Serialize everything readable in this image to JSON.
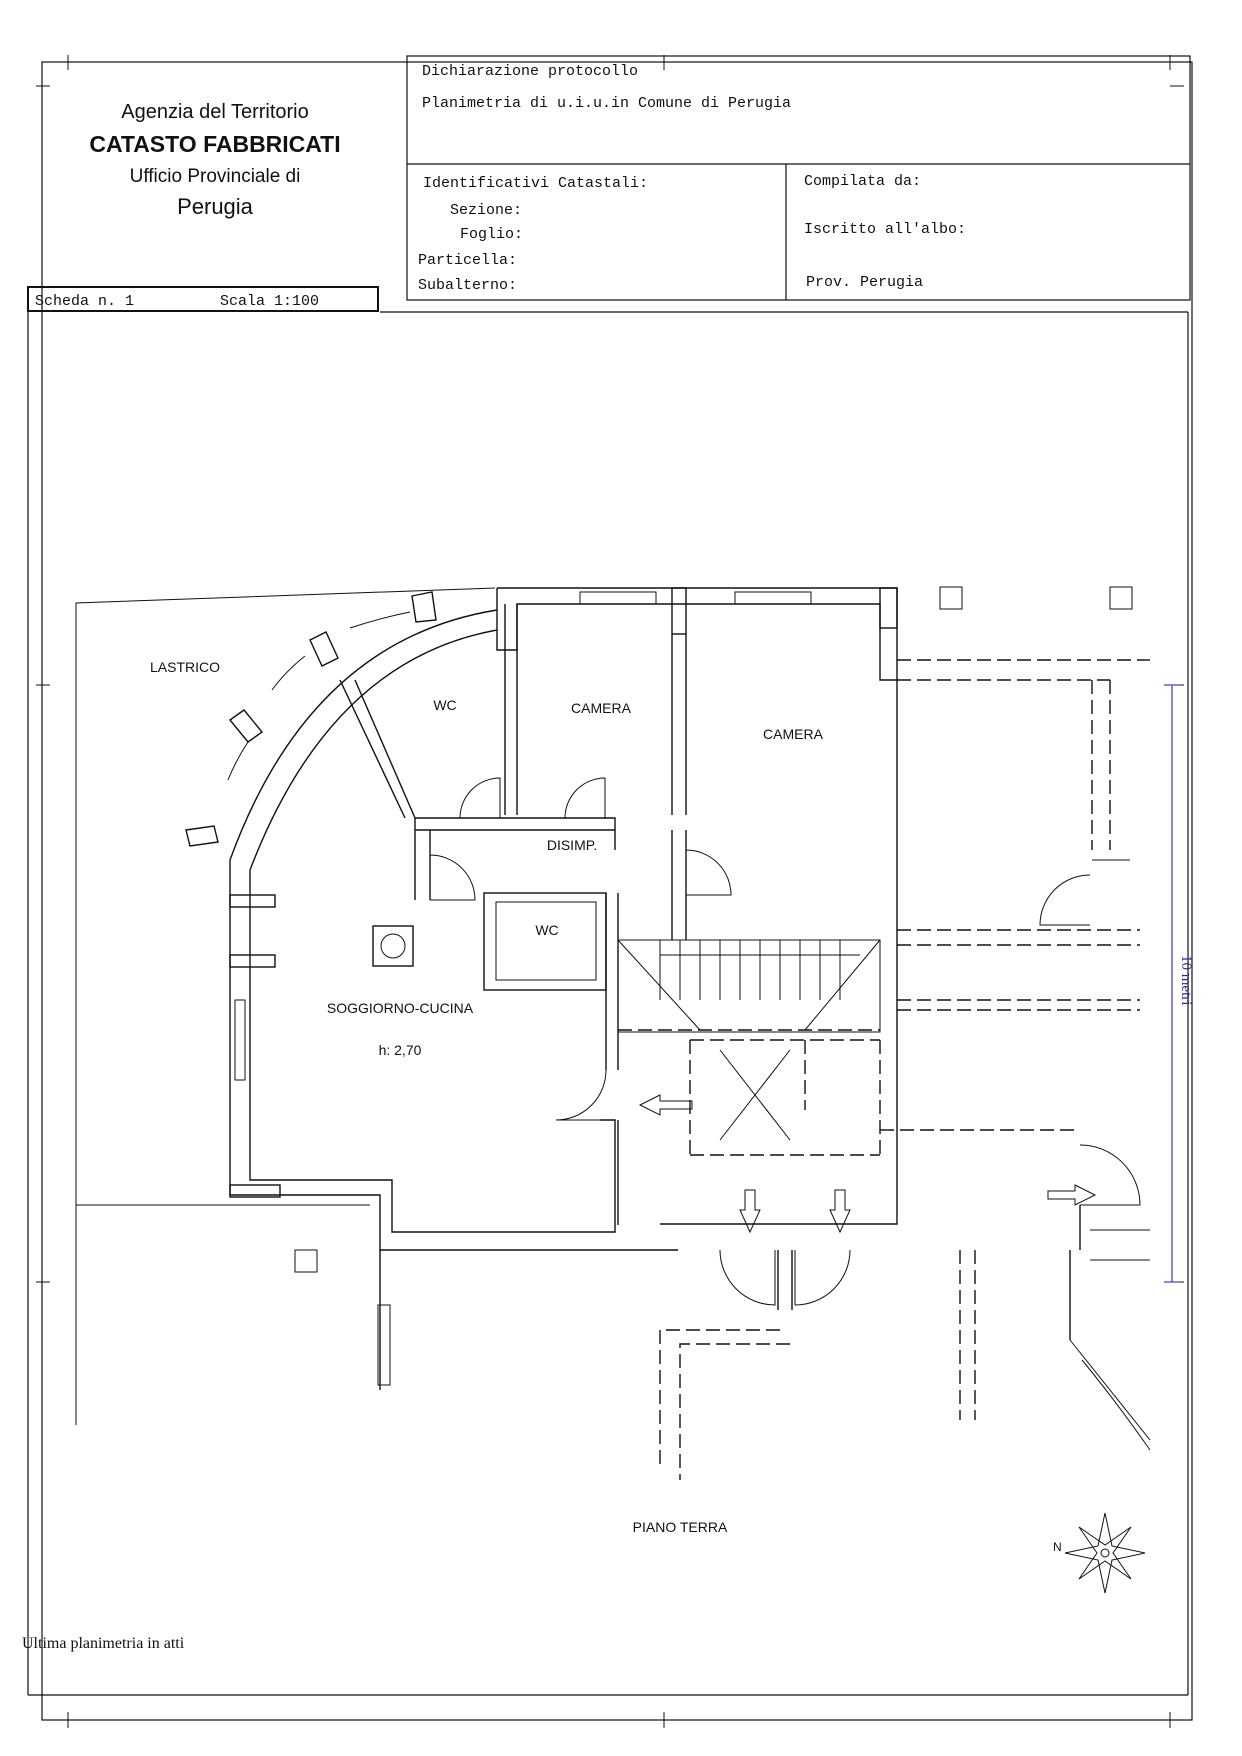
{
  "header": {
    "agency": "Agenzia del Territorio",
    "catasto": "CATASTO FABBRICATI",
    "ufficio": "Ufficio Provinciale di",
    "city": "Perugia"
  },
  "protocol": {
    "dichiarazione": "Dichiarazione protocollo",
    "planimetria": "Planimetria di u.i.u.in Comune di Perugia"
  },
  "identificativi": {
    "title": "Identificativi Catastali:",
    "sezione": "Sezione:",
    "foglio": "Foglio:",
    "particella": "Particella:",
    "subalterno": "Subalterno:"
  },
  "compilata": {
    "compilata_da": "Compilata da:",
    "iscritto": "Iscritto all'albo:",
    "prov": "Prov. Perugia"
  },
  "scheda": {
    "scheda": "Scheda n. 1",
    "scala": "Scala 1:100"
  },
  "rooms": {
    "lastrico": "LASTRICO",
    "wc_upper": "WC",
    "camera_1": "CAMERA",
    "camera_2": "CAMERA",
    "disimp": "DISIMP.",
    "wc_lower": "WC",
    "soggiorno": "SOGGIORNO-CUCINA",
    "height": "h: 2,70",
    "piano": "PIANO TERRA"
  },
  "scale_bar": "10 metri",
  "footer": "Ultima planimetria in atti"
}
